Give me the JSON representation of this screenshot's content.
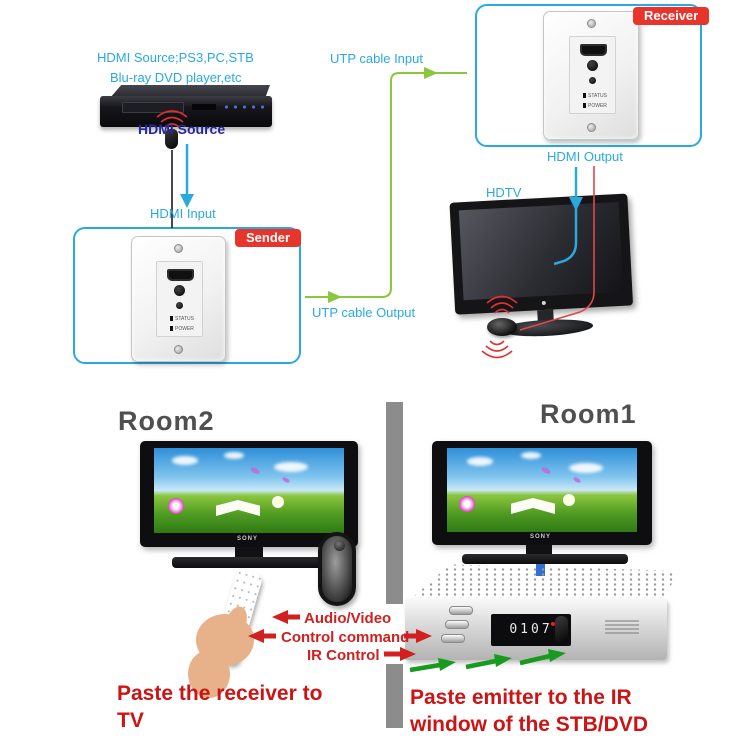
{
  "colors": {
    "label_blue": "#2aa9e0",
    "label_navy": "#26269e",
    "tag_red": "#e8352c",
    "caption_red": "#cc1414",
    "utp_green": "#8cc63f",
    "ir_arrow_green": "#179a1e",
    "divider_gray": "#8c8c8c"
  },
  "top": {
    "source_caption_line1": "HDMI Source;PS3,PC,STB",
    "source_caption_line2": "Blu-ray DVD player,etc",
    "hdmi_source_label": "HDMI Source",
    "hdmi_input_label": "HDMI Input",
    "sender_tag": "Sender",
    "receiver_tag": "Receiver",
    "utp_output_label": "UTP cable Output",
    "utp_input_label": "UTP cable Input",
    "hdmi_output_label": "HDMI Output",
    "hdtv_label": "HDTV",
    "plate": {
      "status_label": "STATUS",
      "power_label": "POWER"
    }
  },
  "bottom": {
    "room_left_label": "Room2",
    "room_right_label": "Room1",
    "tv_brand": "SONY",
    "stb_display_value": "0107",
    "link_line1": "Audio/Video",
    "link_line2": "Control command",
    "link_line3": "IR Control",
    "caption_left_line1": "Paste the receiver to",
    "caption_left_line2": "TV",
    "caption_right_line1": "Paste emitter to the IR",
    "caption_right_line2": "window of the STB/DVD"
  }
}
